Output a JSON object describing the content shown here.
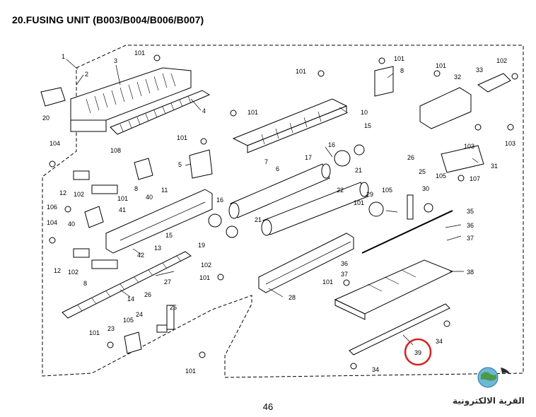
{
  "title": "20.FUSING UNIT (B003/B004/B006/B007)",
  "page_number": "46",
  "watermark": {
    "text": "القرية الالكترونية",
    "logo": "globe-logo-icon"
  },
  "highlight": {
    "color": "#d62020",
    "callout": "39"
  },
  "callouts": {
    "c1": "1",
    "c2": "2",
    "c3": "3",
    "c4": "4",
    "c5": "5",
    "c6": "6",
    "c7": "7",
    "c8a": "8",
    "c8b": "8",
    "c8c": "8",
    "c10": "10",
    "c11": "11",
    "c12a": "12",
    "c12b": "12",
    "c13": "13",
    "c14": "14",
    "c15a": "15",
    "c15b": "15",
    "c16a": "16",
    "c16b": "16",
    "c17": "17",
    "c19": "19",
    "c20": "20",
    "c21a": "21",
    "c21b": "21",
    "c22": "22",
    "c23": "23",
    "c24": "24",
    "c25a": "25",
    "c25b": "25",
    "c26a": "26",
    "c26b": "26",
    "c27": "27",
    "c28": "28",
    "c29": "29",
    "c30": "30",
    "c31": "31",
    "c32": "32",
    "c33": "33",
    "c34a": "34",
    "c34b": "34",
    "c35": "35",
    "c36a": "36",
    "c36b": "36",
    "c37a": "37",
    "c37b": "37",
    "c38": "38",
    "c39": "39",
    "c40a": "40",
    "c40b": "40",
    "c41": "41",
    "c42": "42",
    "c101a": "101",
    "c101b": "101",
    "c101c": "101",
    "c101d": "101",
    "c101e": "101",
    "c101f": "101",
    "c101g": "101",
    "c101h": "101",
    "c101i": "101",
    "c101j": "101",
    "c101k": "101",
    "c101l": "101",
    "c102a": "102",
    "c102b": "102",
    "c102c": "102",
    "c102d": "102",
    "c103a": "103",
    "c103b": "103",
    "c104a": "104",
    "c104b": "104",
    "c105a": "105",
    "c105b": "105",
    "c105c": "105",
    "c106": "106",
    "c107": "107",
    "c108": "108"
  }
}
